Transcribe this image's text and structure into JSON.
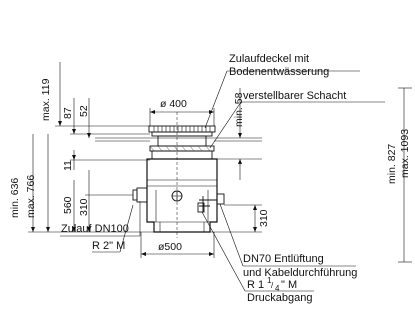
{
  "labels": {
    "zulaufdeckel_line1": "Zulaufdeckel mit",
    "zulaufdeckel_line2": "Bodenentwässerung",
    "schacht": "verstellbarer Schacht",
    "zulauf": "Zulauf DN100",
    "r2m": "R 2\" M",
    "dn70_line1": "DN70 Entlüftung",
    "dn70_line2": "und Kabeldurchführung",
    "r1_prefix": "R 1",
    "r1_frac_num": "1",
    "r1_frac_den": "4",
    "r1_suffix": "\" M",
    "druckabgang": "Druckabgang"
  },
  "dimensions": {
    "d400": "ø 400",
    "d500": "ø500",
    "max119": "max. 119",
    "d87": "87",
    "d52": "52",
    "min58": "min. 58",
    "min636": "min. 636",
    "max766": "max. 766",
    "d11": "11",
    "d560": "560",
    "d310_left": "310",
    "d310_right": "310",
    "min827": "min. 827",
    "max1093": "max. 1093"
  }
}
